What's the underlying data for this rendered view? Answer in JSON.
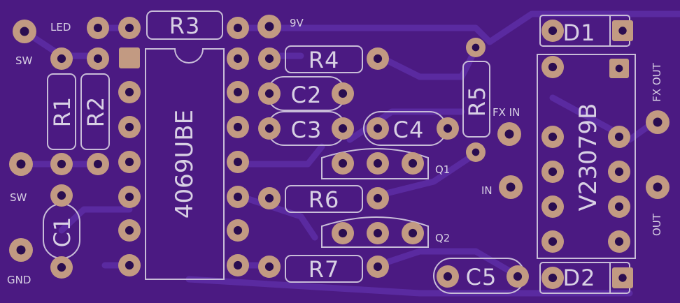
{
  "colors": {
    "board": "#4b1a82",
    "pad": "#c29a82",
    "silk": "#c8bcd8"
  },
  "labels": {
    "led": "LED",
    "nine_v": "9V",
    "sw_top": "SW",
    "sw_bottom": "SW",
    "gnd": "GND",
    "fx_in": "FX IN",
    "fx_out": "FX OUT",
    "in": "IN",
    "out": "OUT",
    "q1": "Q1",
    "q2": "Q2"
  },
  "components": {
    "r1": "R1",
    "r2": "R2",
    "r3": "R3",
    "r4": "R4",
    "r5": "R5",
    "r6": "R6",
    "r7": "R7",
    "c1": "C1",
    "c2": "C2",
    "c3": "C3",
    "c4": "C4",
    "c5": "C5",
    "d1": "D1",
    "d2": "D2",
    "ic": "4069UBE",
    "relay": "V23079B"
  }
}
